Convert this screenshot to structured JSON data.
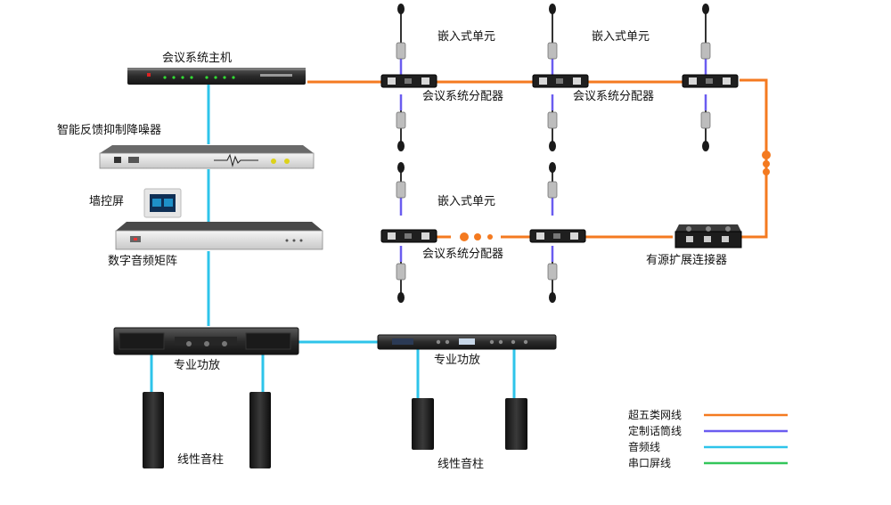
{
  "labels": {
    "host": "会议系统主机",
    "suppressor": "智能反馈抑制降噪器",
    "wall_panel": "墙控屏",
    "matrix": "数字音频矩阵",
    "amp": "专业功放",
    "speaker": "线性音柱",
    "mic_unit": "嵌入式单元",
    "splitter": "会议系统分配器",
    "extender": "有源扩展连接器"
  },
  "legend": [
    {
      "label": "超五类网线",
      "color": "#f47a20"
    },
    {
      "label": "定制话筒线",
      "color": "#6a5cf0"
    },
    {
      "label": "音频线",
      "color": "#2ec4ea"
    },
    {
      "label": "串口屏线",
      "color": "#33c65a"
    }
  ]
}
